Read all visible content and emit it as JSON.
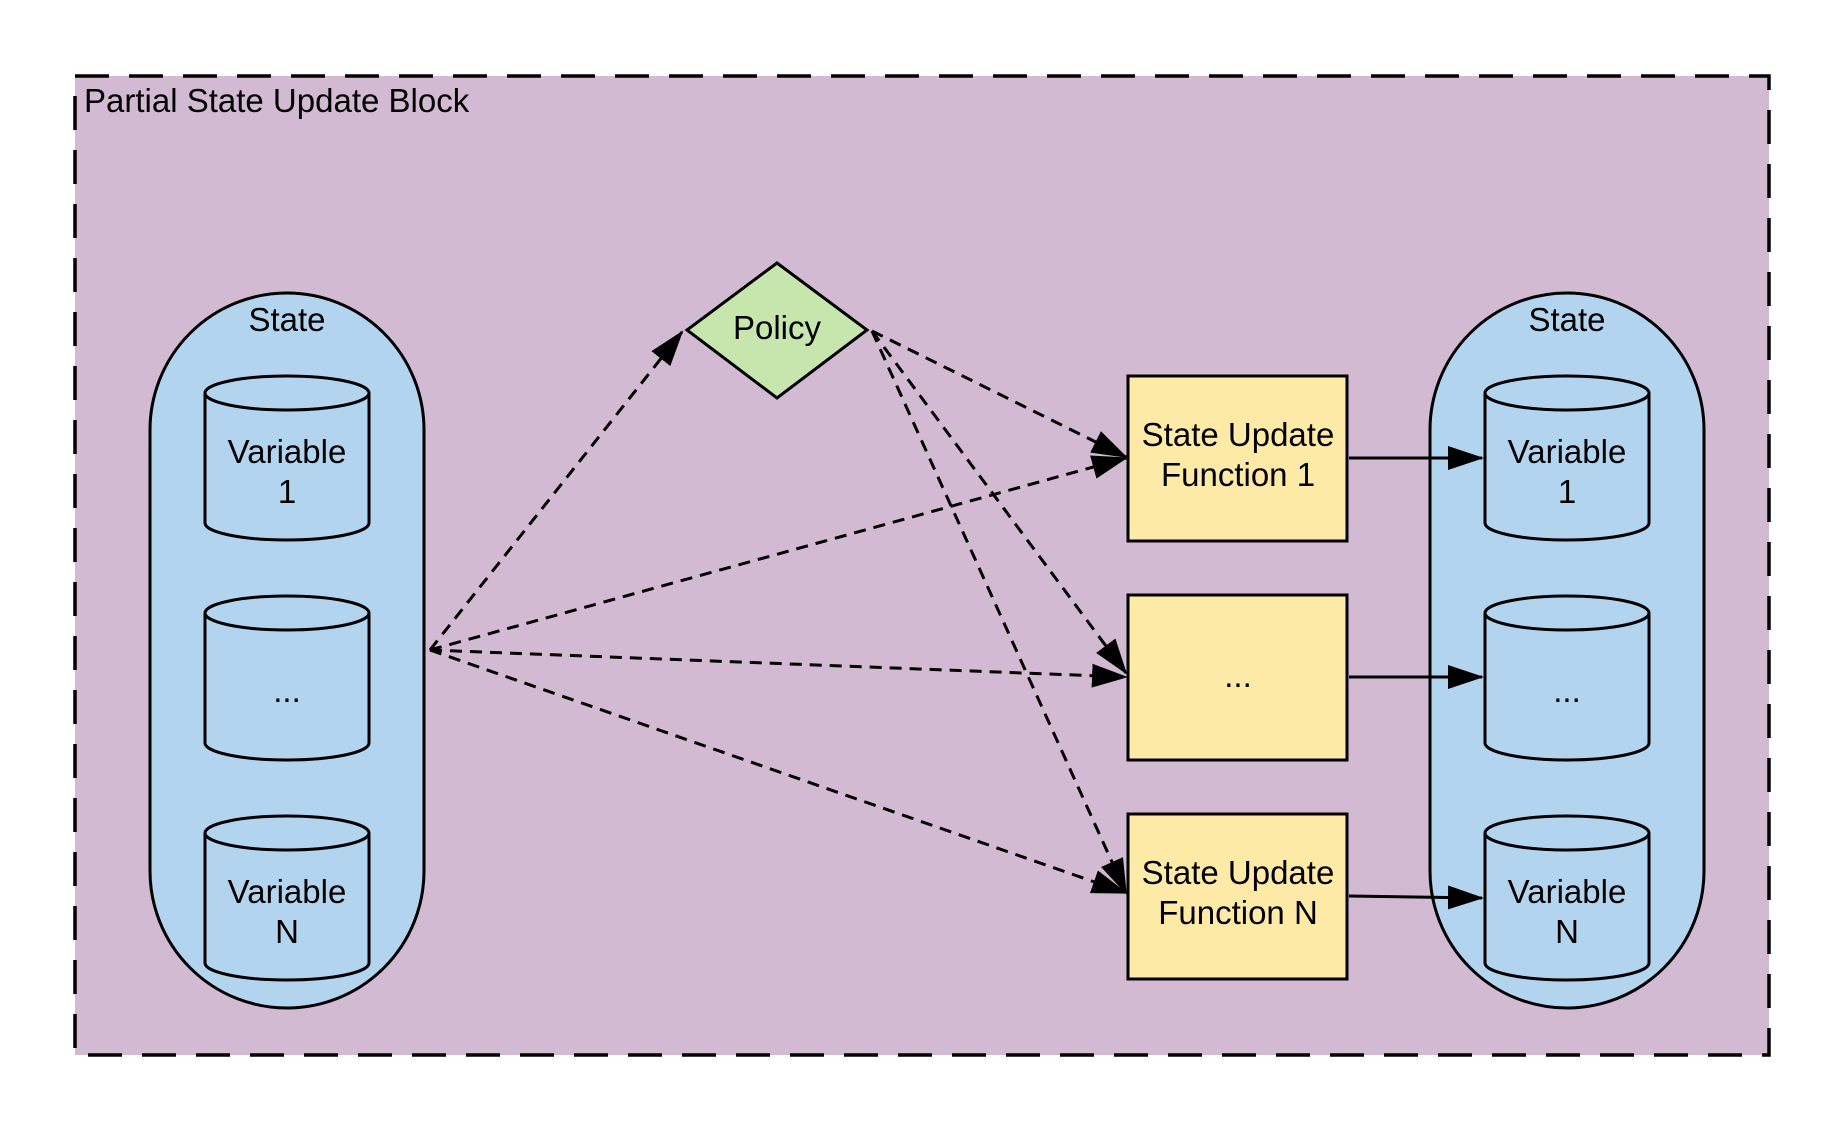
{
  "block": {
    "title": "Partial State Update Block"
  },
  "state_left": {
    "label": "State",
    "vars": [
      {
        "line1": "Variable",
        "line2": "1"
      },
      {
        "line1": "...",
        "line2": ""
      },
      {
        "line1": "Variable",
        "line2": "N"
      }
    ]
  },
  "policy": {
    "label": "Policy"
  },
  "functions": [
    {
      "line1": "State Update",
      "line2": "Function 1"
    },
    {
      "line1": "...",
      "line2": ""
    },
    {
      "line1": "State Update",
      "line2": "Function N"
    }
  ],
  "state_right": {
    "label": "State",
    "vars": [
      {
        "line1": "Variable",
        "line2": "1"
      },
      {
        "line1": "...",
        "line2": ""
      },
      {
        "line1": "Variable",
        "line2": "N"
      }
    ]
  },
  "colors": {
    "block_fill": "#d2bbd2",
    "state_fill": "#b3d4ee",
    "policy_fill": "#c6e6ae",
    "function_fill": "#fdeaa7",
    "stroke": "#000000"
  }
}
